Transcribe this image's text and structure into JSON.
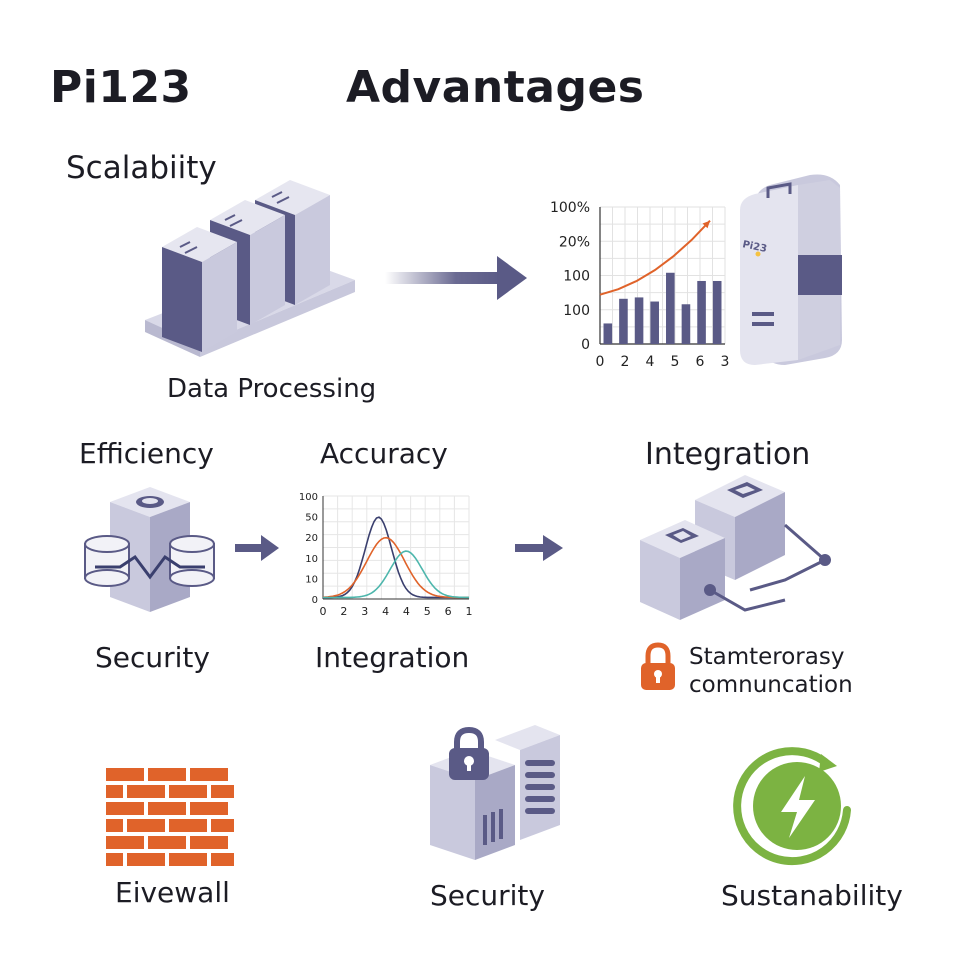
{
  "header": {
    "brand": "Pi123",
    "title": "Advantages"
  },
  "labels": {
    "scalability": "Scalabiity",
    "data_processing": "Data Processing",
    "efficiency": "Efficiency",
    "accuracy": "Accuracy",
    "integration_top": "Integration",
    "security_left": "Security",
    "integration_mid": "Integration",
    "comm_line1": "Stamterorasy",
    "comm_line2": "comnuncation",
    "firewall": "Eivewall",
    "security_bottom": "Security",
    "sustainability": "Sustanability"
  },
  "device_label": "Pi23",
  "colors": {
    "slate": "#5a5a86",
    "light_slate": "#c9c9dd",
    "orange": "#e0632a",
    "green": "#7cb342",
    "teal": "#4db6ac"
  },
  "chart_data": [
    {
      "type": "bar",
      "y_tick_labels": [
        "100%",
        "20%",
        "100",
        "100",
        "0"
      ],
      "x_tick_labels": [
        "0",
        "2",
        "4",
        "5",
        "6",
        "3"
      ],
      "values": [
        0.15,
        0.33,
        0.34,
        0.31,
        0.52,
        0.29,
        0.46,
        0.46
      ],
      "trend": [
        0.36,
        0.4,
        0.46,
        0.54,
        0.64,
        0.76,
        0.9
      ],
      "grid": true
    },
    {
      "type": "line",
      "y_tick_labels": [
        "100",
        "50",
        "20",
        "10",
        "10",
        "0"
      ],
      "x_tick_labels": [
        "0",
        "2",
        "3",
        "4",
        "4",
        "5",
        "6",
        "1"
      ],
      "series": [
        {
          "color": "#3a3f6e",
          "peak": 0.38,
          "height": 0.78,
          "width": 0.09
        },
        {
          "color": "#e0632a",
          "peak": 0.43,
          "height": 0.58,
          "width": 0.13
        },
        {
          "color": "#4db6ac",
          "peak": 0.57,
          "height": 0.45,
          "width": 0.11
        }
      ],
      "grid": true
    }
  ]
}
